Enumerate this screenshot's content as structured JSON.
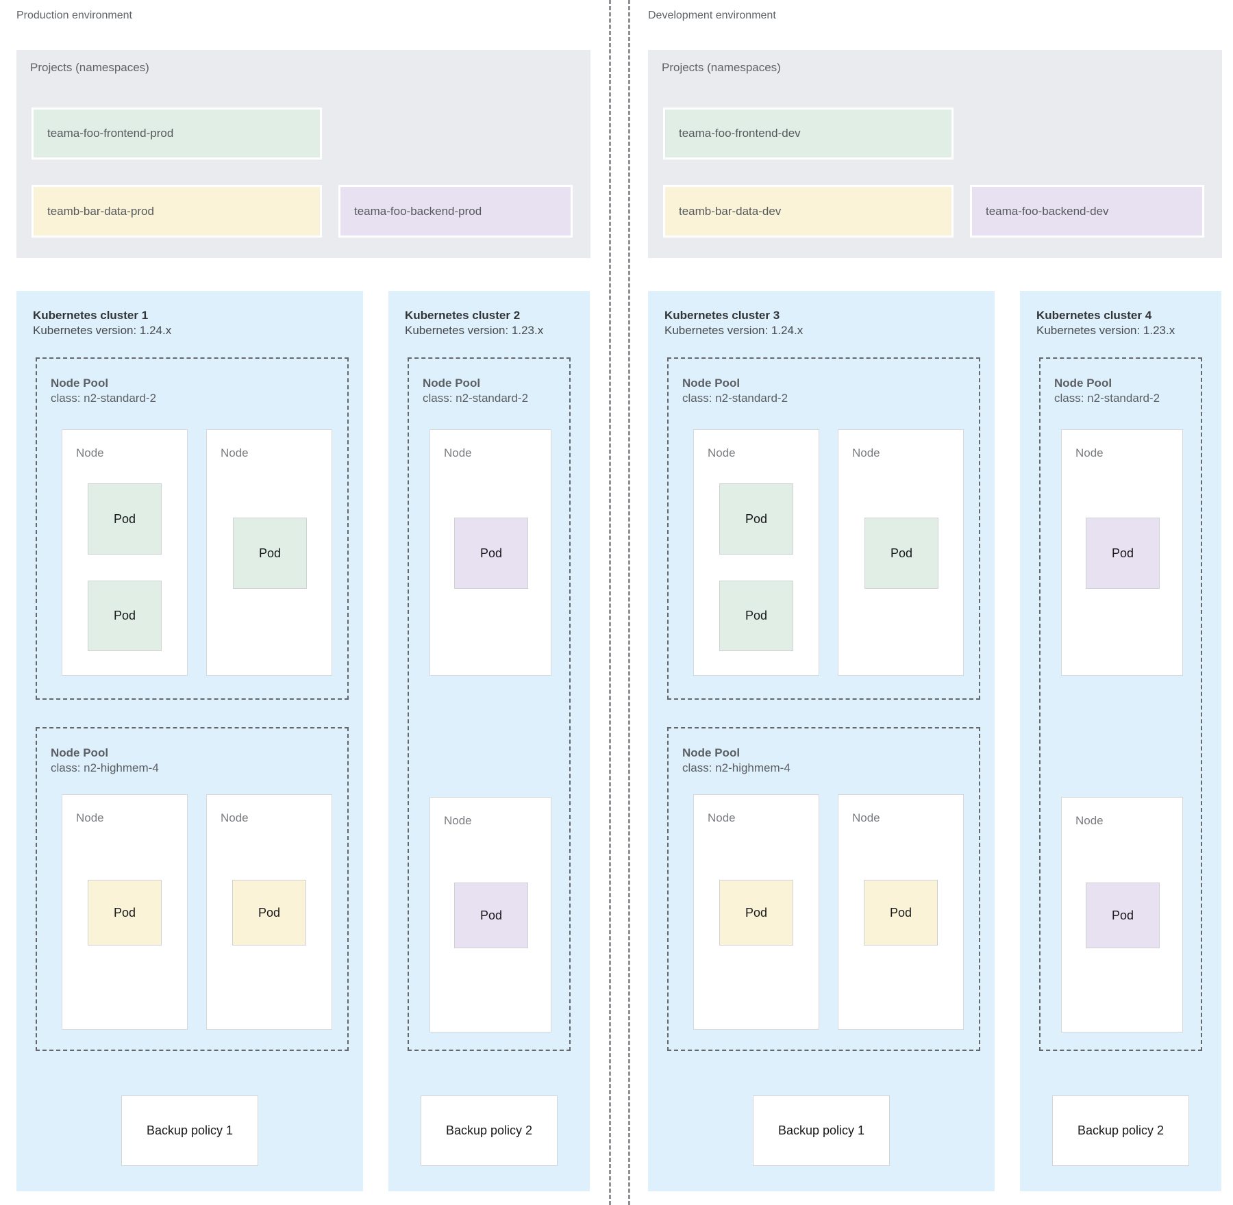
{
  "colors": {
    "cluster_bg": "#def0fb",
    "projects_bg": "#e9ebee",
    "green": "#e0eee6",
    "yellow": "#fbf3d7",
    "purple": "#e8e1f2"
  },
  "environments": [
    {
      "id": "production",
      "label": "Production environment",
      "projects": {
        "title": "Projects (namespaces)",
        "namespaces": [
          {
            "name": "teama-foo-frontend-prod",
            "color": "green"
          },
          {
            "name": "teamb-bar-data-prod",
            "color": "yellow"
          },
          {
            "name": "teama-foo-backend-prod",
            "color": "purple"
          }
        ]
      },
      "clusters": [
        {
          "name": "Kubernetes cluster 1",
          "version_label": "Kubernetes version: 1.24.x",
          "node_pools": [
            {
              "title": "Node Pool",
              "class_label": "class: n2-standard-2",
              "nodes": [
                {
                  "label": "Node",
                  "pods": [
                    {
                      "label": "Pod",
                      "color": "green"
                    },
                    {
                      "label": "Pod",
                      "color": "green"
                    }
                  ]
                },
                {
                  "label": "Node",
                  "pods": [
                    {
                      "label": "Pod",
                      "color": "green"
                    }
                  ]
                }
              ]
            },
            {
              "title": "Node Pool",
              "class_label": "class: n2-highmem-4",
              "nodes": [
                {
                  "label": "Node",
                  "pods": [
                    {
                      "label": "Pod",
                      "color": "yellow"
                    }
                  ]
                },
                {
                  "label": "Node",
                  "pods": [
                    {
                      "label": "Pod",
                      "color": "yellow"
                    }
                  ]
                }
              ]
            }
          ],
          "backup_policy": "Backup policy 1"
        },
        {
          "name": "Kubernetes cluster 2",
          "version_label": "Kubernetes version: 1.23.x",
          "node_pools": [
            {
              "title": "Node Pool",
              "class_label": "class: n2-standard-2",
              "nodes": [
                {
                  "label": "Node",
                  "pods": [
                    {
                      "label": "Pod",
                      "color": "purple"
                    }
                  ]
                },
                {
                  "label": "Node",
                  "pods": [
                    {
                      "label": "Pod",
                      "color": "purple"
                    }
                  ]
                }
              ]
            }
          ],
          "backup_policy": "Backup policy 2"
        }
      ]
    },
    {
      "id": "development",
      "label": "Development environment",
      "projects": {
        "title": "Projects (namespaces)",
        "namespaces": [
          {
            "name": "teama-foo-frontend-dev",
            "color": "green"
          },
          {
            "name": "teamb-bar-data-dev",
            "color": "yellow"
          },
          {
            "name": "teama-foo-backend-dev",
            "color": "purple"
          }
        ]
      },
      "clusters": [
        {
          "name": "Kubernetes cluster 3",
          "version_label": "Kubernetes version: 1.24.x",
          "node_pools": [
            {
              "title": "Node Pool",
              "class_label": "class: n2-standard-2",
              "nodes": [
                {
                  "label": "Node",
                  "pods": [
                    {
                      "label": "Pod",
                      "color": "green"
                    },
                    {
                      "label": "Pod",
                      "color": "green"
                    }
                  ]
                },
                {
                  "label": "Node",
                  "pods": [
                    {
                      "label": "Pod",
                      "color": "green"
                    }
                  ]
                }
              ]
            },
            {
              "title": "Node Pool",
              "class_label": "class: n2-highmem-4",
              "nodes": [
                {
                  "label": "Node",
                  "pods": [
                    {
                      "label": "Pod",
                      "color": "yellow"
                    }
                  ]
                },
                {
                  "label": "Node",
                  "pods": [
                    {
                      "label": "Pod",
                      "color": "yellow"
                    }
                  ]
                }
              ]
            }
          ],
          "backup_policy": "Backup policy 1"
        },
        {
          "name": "Kubernetes cluster 4",
          "version_label": "Kubernetes version: 1.23.x",
          "node_pools": [
            {
              "title": "Node Pool",
              "class_label": "class: n2-standard-2",
              "nodes": [
                {
                  "label": "Node",
                  "pods": [
                    {
                      "label": "Pod",
                      "color": "purple"
                    }
                  ]
                },
                {
                  "label": "Node",
                  "pods": [
                    {
                      "label": "Pod",
                      "color": "purple"
                    }
                  ]
                }
              ]
            }
          ],
          "backup_policy": "Backup policy 2"
        }
      ]
    }
  ]
}
